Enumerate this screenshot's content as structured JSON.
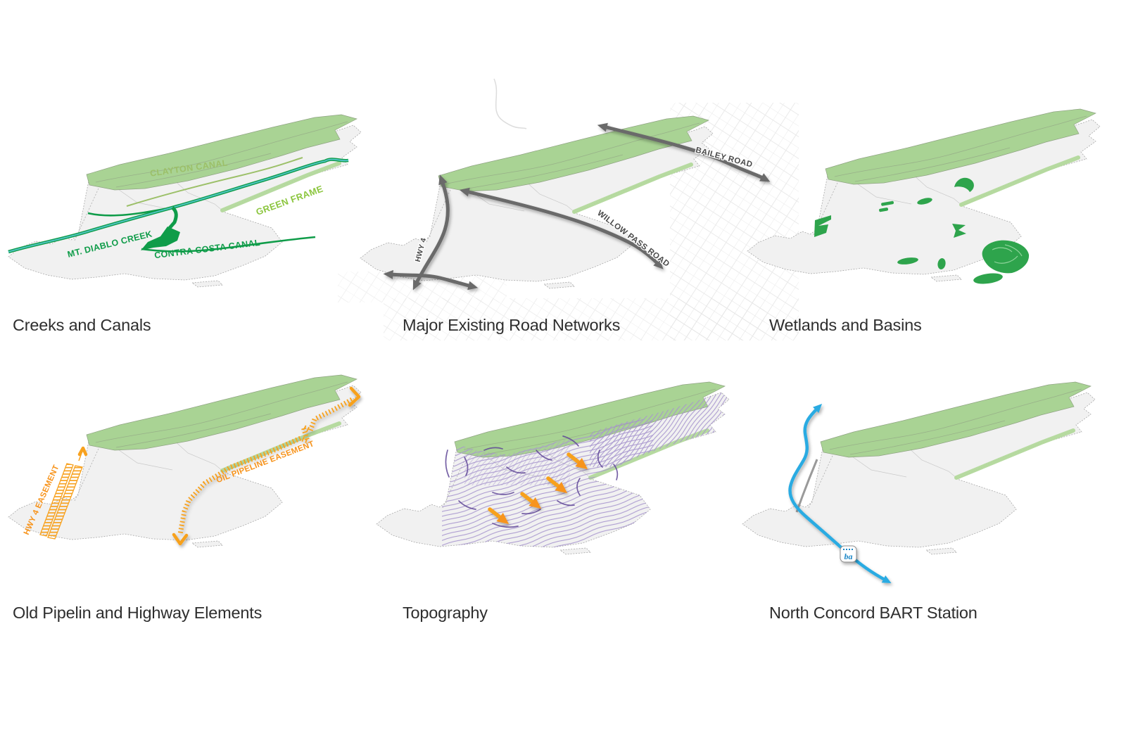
{
  "page": {
    "background": "#FFFFFF"
  },
  "panels": [
    {
      "id": "creeks-and-canals",
      "title": "Creeks and Canals",
      "labels": {
        "clayton_canal": "CLAYTON CANAL",
        "mt_diablo_creek": "MT. DIABLO CREEK",
        "contra_costa_canal": "CONTRA COSTA CANAL",
        "green_frame": "GREEN FRAME"
      }
    },
    {
      "id": "major-existing-road-networks",
      "title": "Major Existing Road Networks",
      "labels": {
        "bailey_road": "BAILEY ROAD",
        "willow_pass_road": "WILLOW PASS ROAD",
        "hwy_4": "HWY 4"
      }
    },
    {
      "id": "wetlands-and-basins",
      "title": "Wetlands and Basins"
    },
    {
      "id": "old-pipeline-and-highway-elements",
      "title": "Old Pipelin and Highway Elements",
      "labels": {
        "hwy_4_easement": "HWY 4 EASEMENT",
        "oil_pipeline_easement": "OIL PIPELINE EASEMENT"
      }
    },
    {
      "id": "topography",
      "title": "Topography"
    },
    {
      "id": "north-concord-bart-station",
      "title": "North Concord BART Station",
      "labels": {
        "bart_logo": "ba"
      }
    }
  ],
  "colors": {
    "hills_green": "#A9D394",
    "site_fill": "#F1F1F1",
    "site_outline": "#A8A8A8",
    "creek_teal": "#52C5C9",
    "canal_green": "#0F9C49",
    "clayton_olive": "#9CC069",
    "green_frame": "#8CC63F",
    "wetland_green": "#2EA44C",
    "road_gray": "#6B6B6B",
    "road_label": "#4A4A4A",
    "easement_orange": "#F7A11E",
    "contour_purple": "#A795CE",
    "contour_purple_dark": "#5F4796",
    "bart_blue": "#29ABE2",
    "street_grid": "#E6E6E6",
    "title_text": "#2E2E2E"
  }
}
